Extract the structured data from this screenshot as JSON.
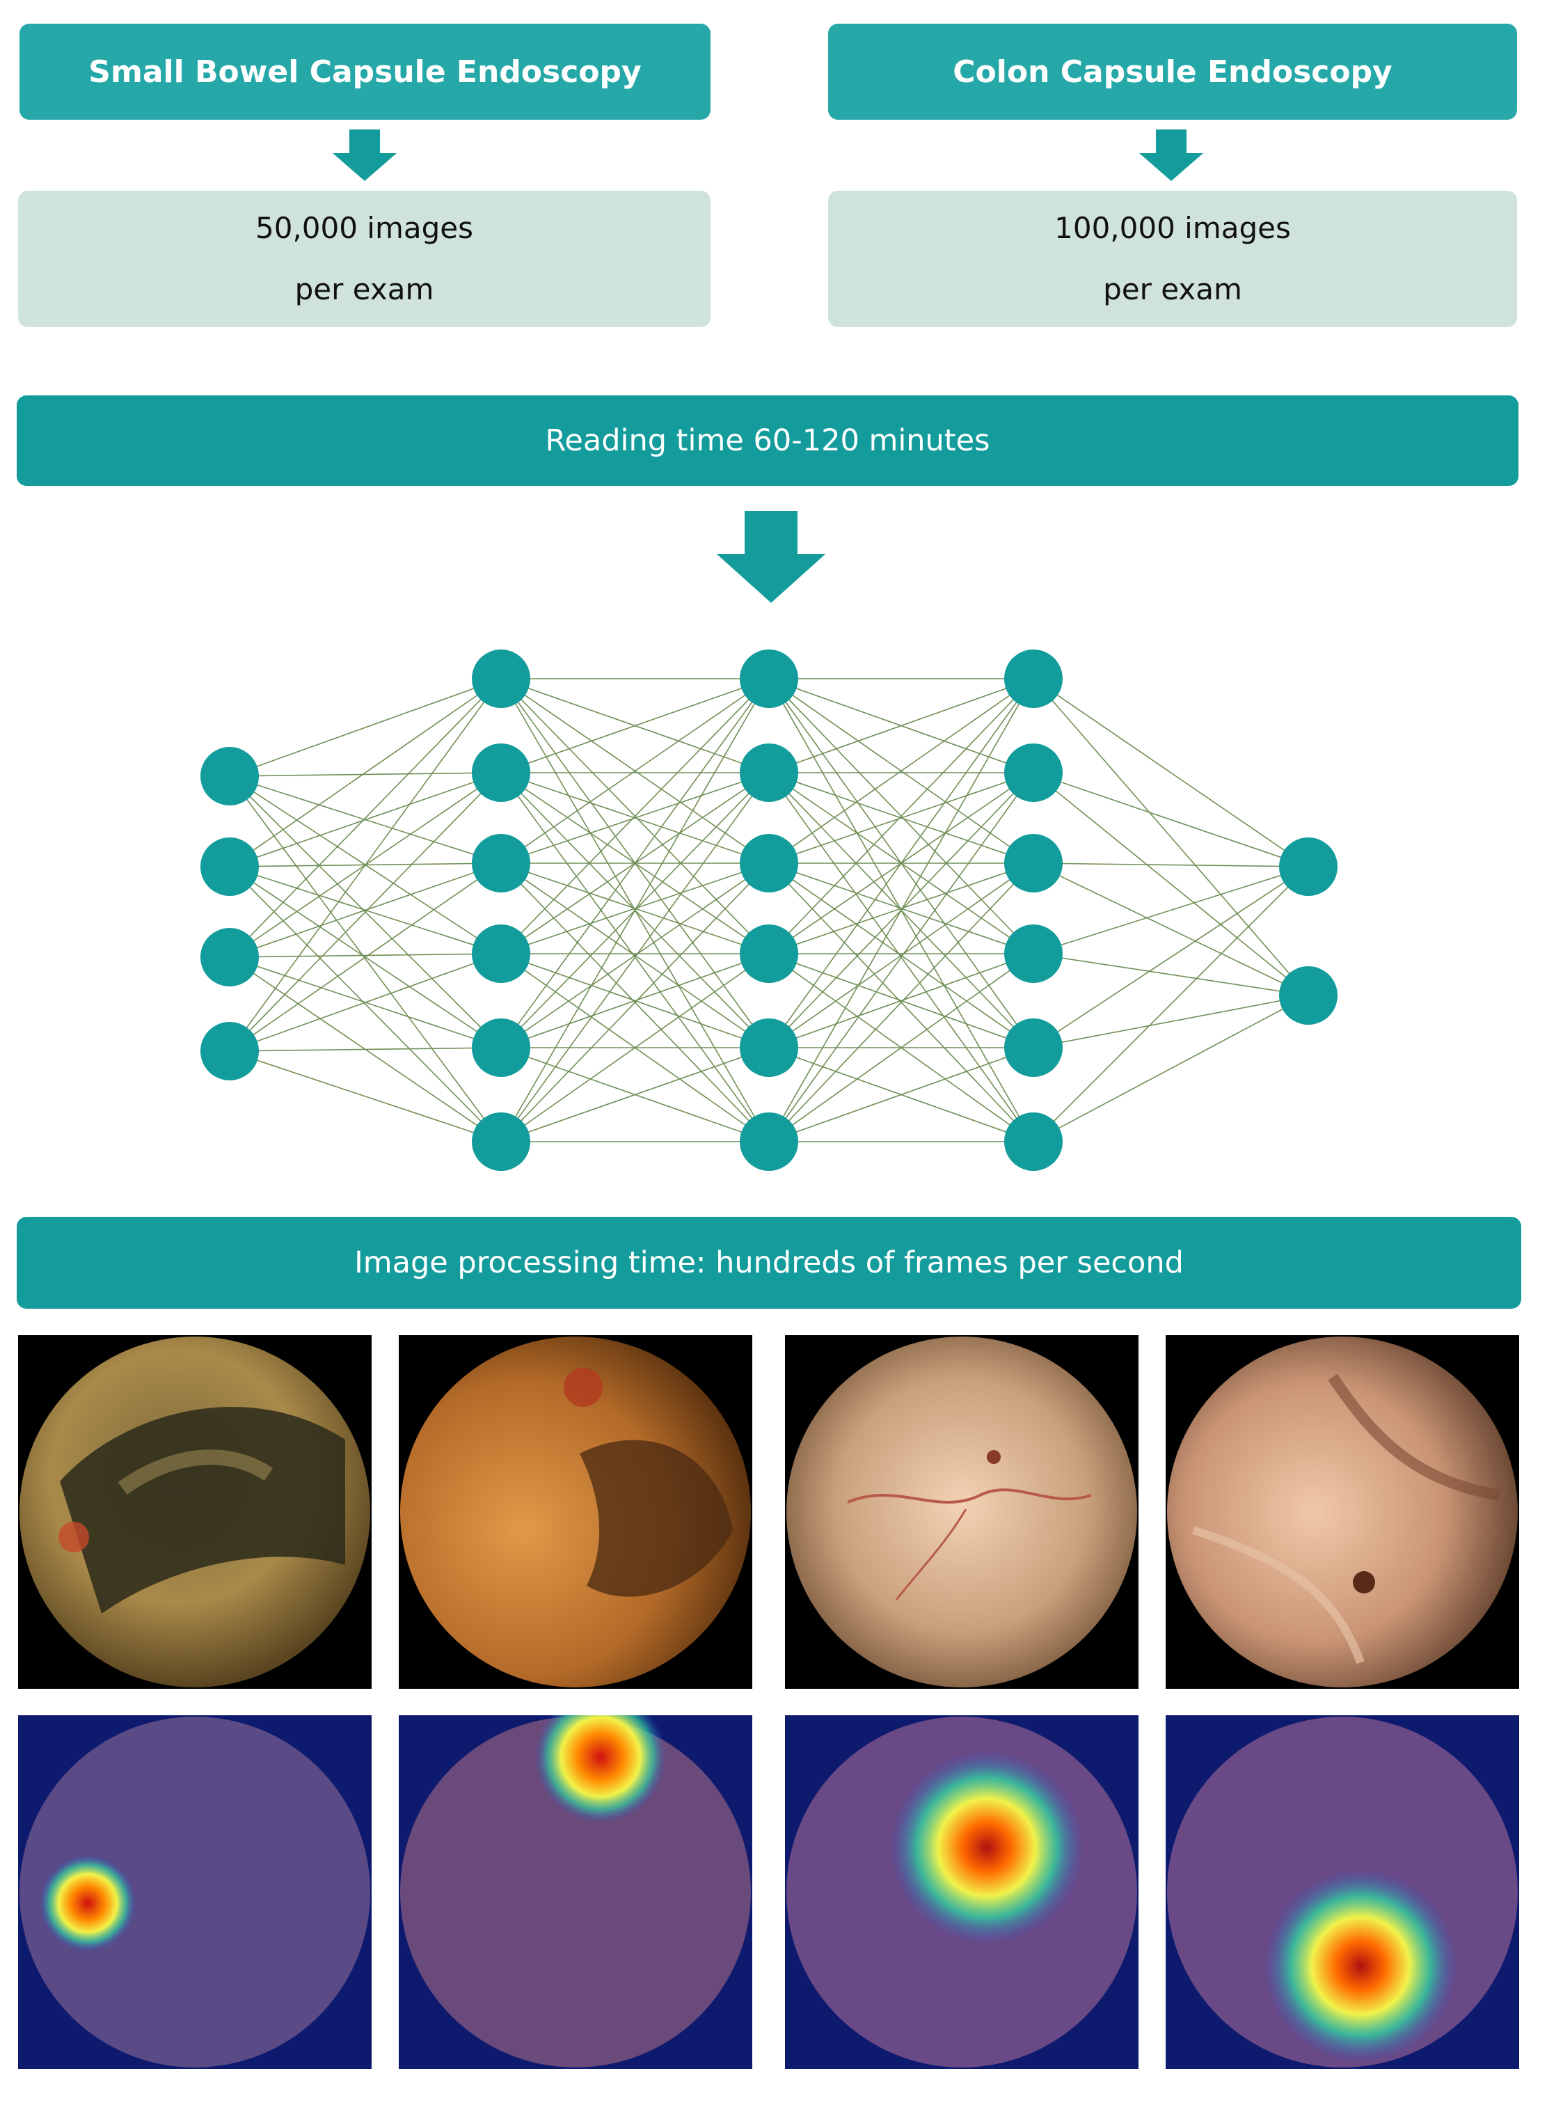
{
  "colors": {
    "header_top": "#26a8a8",
    "header_wide": "#149c9c",
    "info_box": "#cfe3dc",
    "node": "#129c9c",
    "edge": "#6f8f56"
  },
  "sections": {
    "small_bowel": {
      "title": "Small Bowel Capsule Endoscopy",
      "line1": "50,000 images",
      "line2": "per exam"
    },
    "colon": {
      "title": "Colon Capsule Endoscopy",
      "line1": "100,000 images",
      "line2": "per exam"
    }
  },
  "reading_time": "Reading time 60-120 minutes",
  "processing_time": "Image processing time: hundreds of frames per second",
  "network": {
    "layers": [
      4,
      6,
      6,
      6,
      2
    ]
  }
}
